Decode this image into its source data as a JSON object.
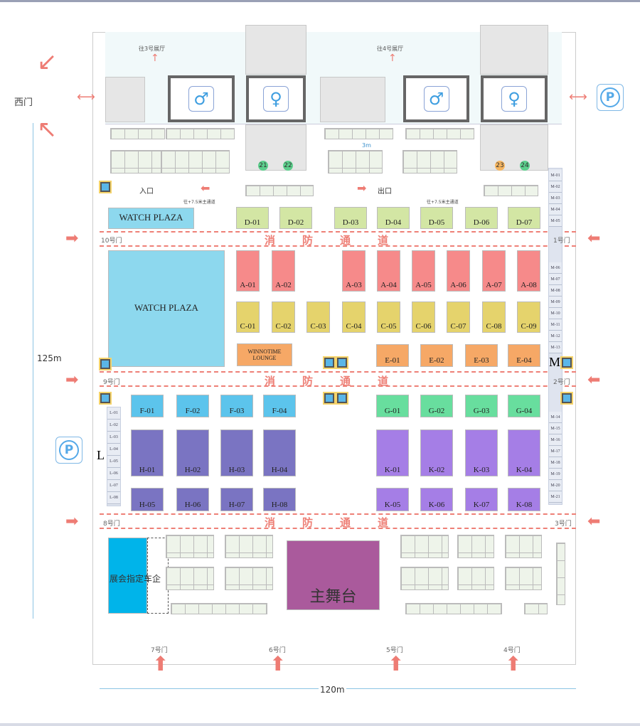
{
  "labels": {
    "west_gate": "西门",
    "to_hall3": "往3号展厅",
    "to_hall4": "往4号展厅",
    "entrance": "入口",
    "exit": "出口",
    "main_corridor": "往+7.5米主通道",
    "gap_3m": "3m",
    "fire_lane": "消防通道",
    "width_dim": "120m",
    "height_dim": "125m",
    "parking": "P",
    "watch_plaza": "WATCH PLAZA",
    "lounge": "WINNOTIME LOUNGE",
    "car_area": "展会指定车企",
    "main_stage": "主舞台",
    "zone_L": "L",
    "zone_M": "M"
  },
  "restrooms": [
    "male",
    "female",
    "male",
    "female"
  ],
  "service_numbers": [
    "21",
    "22",
    "23",
    "24"
  ],
  "doors": {
    "d1": "1号门",
    "d2": "2号门",
    "d3": "3号门",
    "d4": "4号门",
    "d5": "5号门",
    "d6": "6号门",
    "d7": "7号门",
    "d8": "8号门",
    "d9": "9号门",
    "d10": "10号门"
  },
  "booths": {
    "D": [
      "D-01",
      "D-02",
      "D-03",
      "D-04",
      "D-05",
      "D-06",
      "D-07"
    ],
    "A": [
      "A-01",
      "A-02",
      "A-03",
      "A-04",
      "A-05",
      "A-06",
      "A-07",
      "A-08"
    ],
    "C": [
      "C-01",
      "C-02",
      "C-03",
      "C-04",
      "C-05",
      "C-06",
      "C-07",
      "C-08",
      "C-09"
    ],
    "E": [
      "E-01",
      "E-02",
      "E-03",
      "E-04"
    ],
    "F": [
      "F-01",
      "F-02",
      "F-03",
      "F-04"
    ],
    "G": [
      "G-01",
      "G-02",
      "G-03",
      "G-04"
    ],
    "H": [
      "H-01",
      "H-02",
      "H-03",
      "H-04",
      "H-05",
      "H-06",
      "H-07",
      "H-08"
    ],
    "K": [
      "K-01",
      "K-02",
      "K-03",
      "K-04",
      "K-05",
      "K-06",
      "K-07",
      "K-08"
    ],
    "L": [
      "L-01",
      "L-02",
      "L-03",
      "L-04",
      "L-05",
      "L-06",
      "L-07",
      "L-08"
    ],
    "M": [
      "M-01",
      "M-02",
      "M-03",
      "M-04",
      "M-05",
      "M-06",
      "M-07",
      "M-08",
      "M-09",
      "M-10",
      "M-11",
      "M-12",
      "M-13",
      "M-14",
      "M-15",
      "M-16",
      "M-17",
      "M-18",
      "M-19",
      "M-20",
      "M-21"
    ]
  },
  "colors": {
    "D": "#d3e6a4",
    "A": "#f68a8a",
    "C": "#e5d36c",
    "E": "#f6a866",
    "F": "#5cc4ec",
    "G": "#68de9e",
    "H": "#7a74c2",
    "K": "#a57ee6",
    "watch_plaza": "#8dd8ee",
    "lounge": "#f6a866",
    "car": "#00b4ea",
    "stage": "#aa5a9c",
    "fire": "#ee8077"
  }
}
